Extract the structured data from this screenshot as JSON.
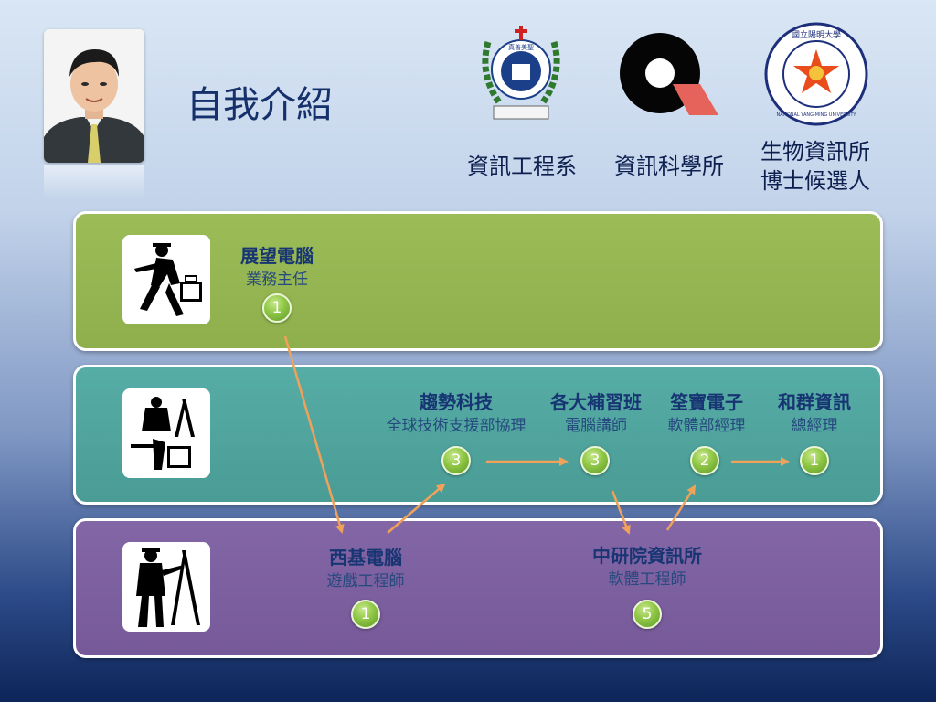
{
  "header": {
    "title": "自我介紹",
    "affiliations": [
      {
        "label": "資訊工程系"
      },
      {
        "label": "資訊科學所"
      },
      {
        "line1": "生物資訊所",
        "line2": "博士候選人"
      }
    ]
  },
  "logos": {
    "fju_seal_text": "真善美聖",
    "ym_seal_text": "國立陽明大學",
    "ym_seal_english": "NATIONAL YANG-MING UNIVERSITY"
  },
  "positions": {
    "zhanwang": {
      "company": "展望電腦",
      "role": "業務主任",
      "badge": "1"
    },
    "trend": {
      "company": "趨勢科技",
      "role": "全球技術支援部協理",
      "badge": "3"
    },
    "cram": {
      "company": "各大補習班",
      "role": "電腦講師",
      "badge": "3"
    },
    "quanbao": {
      "company": "筌寶電子",
      "role": "軟體部經理",
      "badge": "2"
    },
    "hequn": {
      "company": "和群資訊",
      "role": "總經理",
      "badge": "1"
    },
    "xiji": {
      "company": "西基電腦",
      "role": "遊戲工程師",
      "badge": "1"
    },
    "sinica": {
      "company": "中研院資訊所",
      "role": "軟體工程師",
      "badge": "5"
    }
  },
  "colors": {
    "panel_green": "#9cbc58",
    "panel_teal": "#56ada6",
    "panel_purple": "#8366a6",
    "arrow": "#f0a25a",
    "badge_green": "#8fc646",
    "title_blue": "#15306b"
  }
}
